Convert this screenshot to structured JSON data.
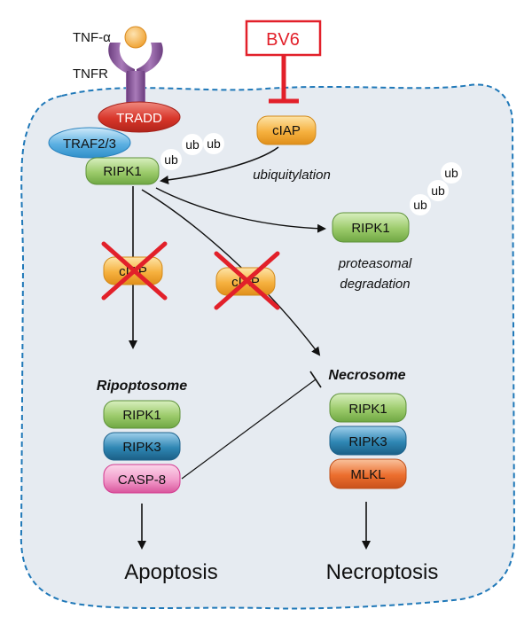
{
  "ligand": {
    "label": "TNF-α"
  },
  "receptor": {
    "label": "TNFR"
  },
  "inhibitor": {
    "label": "BV6"
  },
  "complex_i": {
    "tradd": "TRADD",
    "traf": "TRAF2/3",
    "ripk1": "RIPK1"
  },
  "ciap": {
    "label": "cIAP"
  },
  "ubiquitylation": {
    "label": "ubiquitylation"
  },
  "ub_tags": [
    "ub",
    "ub",
    "ub",
    "ub",
    "ub",
    "ub"
  ],
  "degraded": {
    "label": "RIPK1",
    "caption_line1": "proteasomal",
    "caption_line2": "degradation"
  },
  "blocked_ciap": [
    "cIAP",
    "cIAP"
  ],
  "ripoptosome": {
    "title": "Ripoptosome",
    "proteins": [
      "RIPK1",
      "RIPK3",
      "CASP-8"
    ]
  },
  "necrosome": {
    "title": "Necrosome",
    "proteins": [
      "RIPK1",
      "RIPK3",
      "MLKL"
    ]
  },
  "outcomes": {
    "left": "Apoptosis",
    "right": "Necroptosis"
  },
  "colors": {
    "cell_fill": "#e6ebf1",
    "cell_border": "#1f78b8",
    "receptor": "#8a5b9b",
    "tradd": "#d8362a",
    "traf": "#5cb0e2",
    "ripk1": "#9ccb6b",
    "ciap": "#f6b13f",
    "ripk3": "#2f87b4",
    "casp8": "#e36fb0",
    "mlkl": "#ec6e2e",
    "bv6": "#e2202a",
    "cross": "#e2202a",
    "arrow": "#111111"
  }
}
